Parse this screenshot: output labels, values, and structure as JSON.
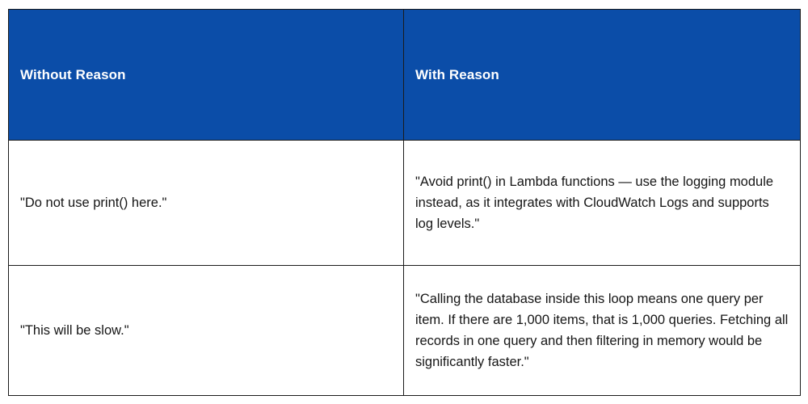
{
  "table": {
    "columns": [
      {
        "id": "without-reason",
        "label": "Without Reason"
      },
      {
        "id": "with-reason",
        "label": "With Reason"
      }
    ],
    "rows": [
      {
        "without_reason": "\"Do not use print() here.\"",
        "with_reason": "\"Avoid print() in Lambda functions — use the logging module instead, as it integrates with CloudWatch Logs and supports log levels.\""
      },
      {
        "without_reason": "\"This will be slow.\"",
        "with_reason": "\"Calling the database inside this loop means one query per item. If there are 1,000 items, that is 1,000 queries. Fetching all records in one query and then filtering in memory would be significantly faster.\""
      }
    ]
  },
  "colors": {
    "header_background": "#0b4da8",
    "header_text": "#ffffff",
    "body_background": "#ffffff",
    "body_text": "#161616",
    "border": "#1b1b1b"
  }
}
